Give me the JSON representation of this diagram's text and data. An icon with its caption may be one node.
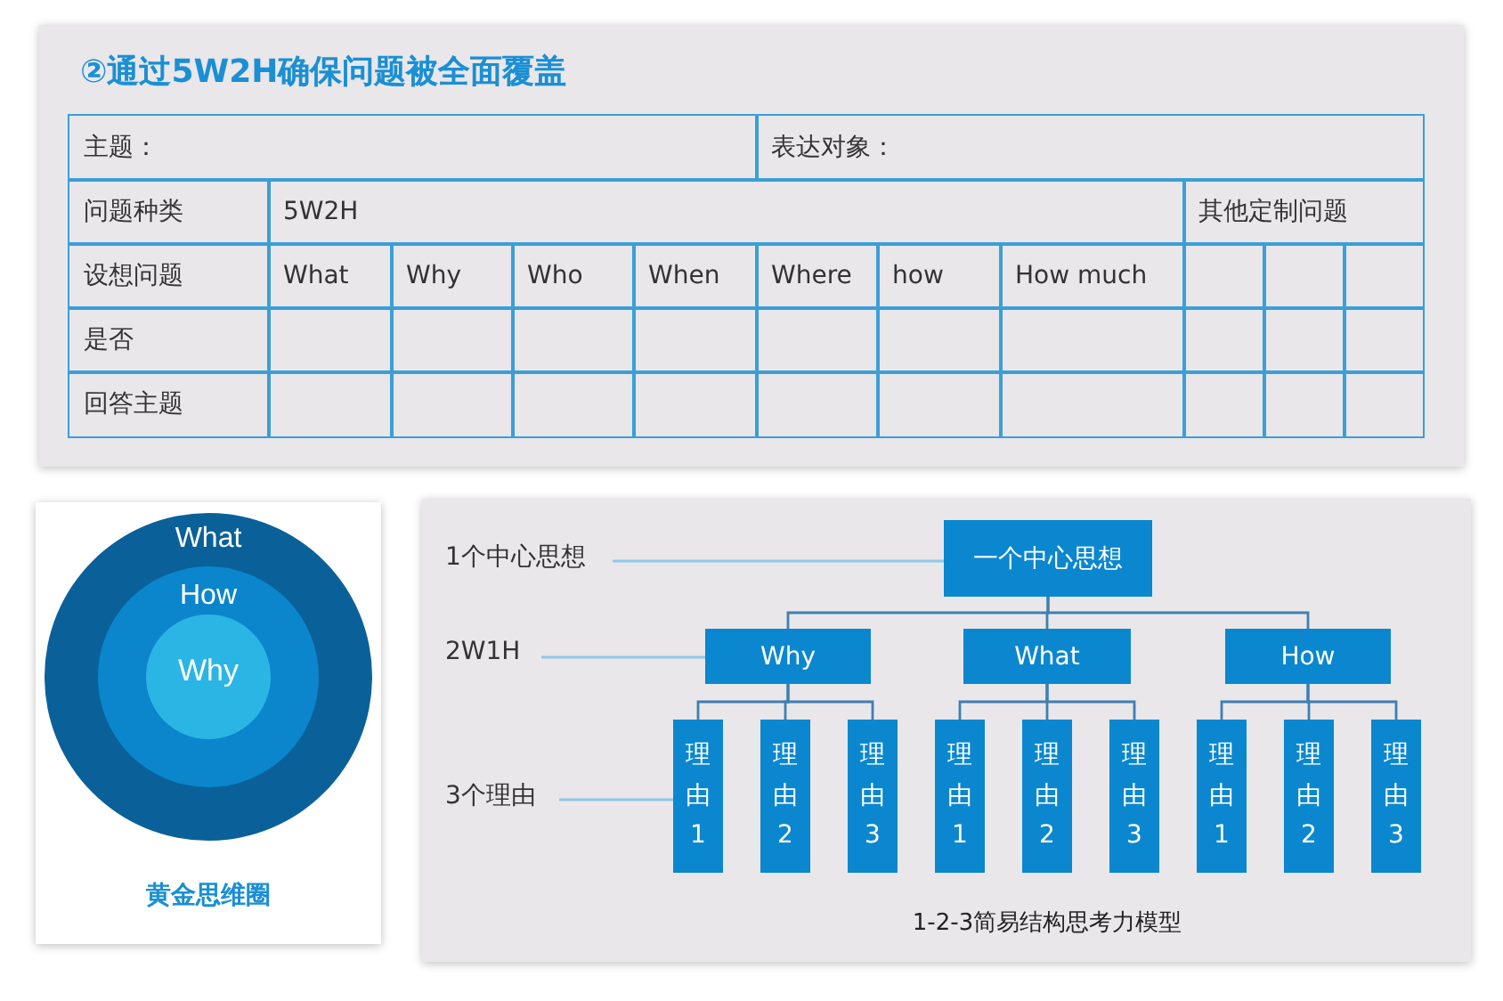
{
  "diagram": {
    "title": "②通过5W2H确保问题被全面覆盖",
    "nodes": [
      {
        "text": [
          "What"
        ],
        "beside": [
          "黄金思维圈"
        ]
      },
      {
        "text": [
          "How"
        ],
        "in": 0
      },
      {
        "text": [
          "Why"
        ],
        "in": 1
      },
      {
        "text": [
          "1个中心思想"
        ]
      },
      {
        "text": [
          "一个中心思想"
        ]
      },
      {
        "text": [
          "2W1H"
        ]
      },
      {
        "text": [
          "Why"
        ]
      },
      {
        "text": [
          "What"
        ]
      },
      {
        "text": [
          "How"
        ]
      },
      {
        "text": [
          "3个理由"
        ]
      },
      {
        "text": [
          "理由1"
        ]
      },
      {
        "text": [
          "理由2"
        ]
      },
      {
        "text": [
          "理由3"
        ]
      },
      {
        "text": [
          "理由1"
        ]
      },
      {
        "text": [
          "理由2"
        ]
      },
      {
        "text": [
          "理由3"
        ]
      },
      {
        "text": [
          "理由1"
        ]
      },
      {
        "text": [
          "理由2"
        ]
      },
      {
        "text": [
          "理由3"
        ]
      }
    ],
    "edges": [
      {
        "from": 3,
        "to": 4,
        "arrow": "none",
        "color": "#8ec8e8"
      },
      {
        "from": 4,
        "to": 6,
        "arrow": "none"
      },
      {
        "from": 4,
        "to": 7,
        "arrow": "none"
      },
      {
        "from": 4,
        "to": 8,
        "arrow": "none"
      },
      {
        "from": 5,
        "to": 6,
        "arrow": "none",
        "color": "#8ec8e8"
      },
      {
        "from": 6,
        "to": 10,
        "arrow": "none"
      },
      {
        "from": 6,
        "to": 11,
        "arrow": "none"
      },
      {
        "from": 6,
        "to": 12,
        "arrow": "none"
      },
      {
        "from": 7,
        "to": 13,
        "arrow": "none"
      },
      {
        "from": 7,
        "to": 14,
        "arrow": "none"
      },
      {
        "from": 7,
        "to": 15,
        "arrow": "none"
      },
      {
        "from": 8,
        "to": 16,
        "arrow": "none"
      },
      {
        "from": 8,
        "to": 17,
        "arrow": "none"
      },
      {
        "from": 8,
        "to": 18,
        "arrow": "none"
      },
      {
        "from": 9,
        "to": 10,
        "arrow": "none",
        "color": "#8ec8e8"
      }
    ],
    "labels": [
      "主题：",
      "表达对象：",
      "问题种类",
      "5W2H",
      "其他定制问题",
      "设想问题",
      "What",
      "Why",
      "Who",
      "When",
      "Where",
      "how",
      "How much",
      "是否",
      "回答主题",
      "1-2-3简易结构思考力模型"
    ]
  }
}
